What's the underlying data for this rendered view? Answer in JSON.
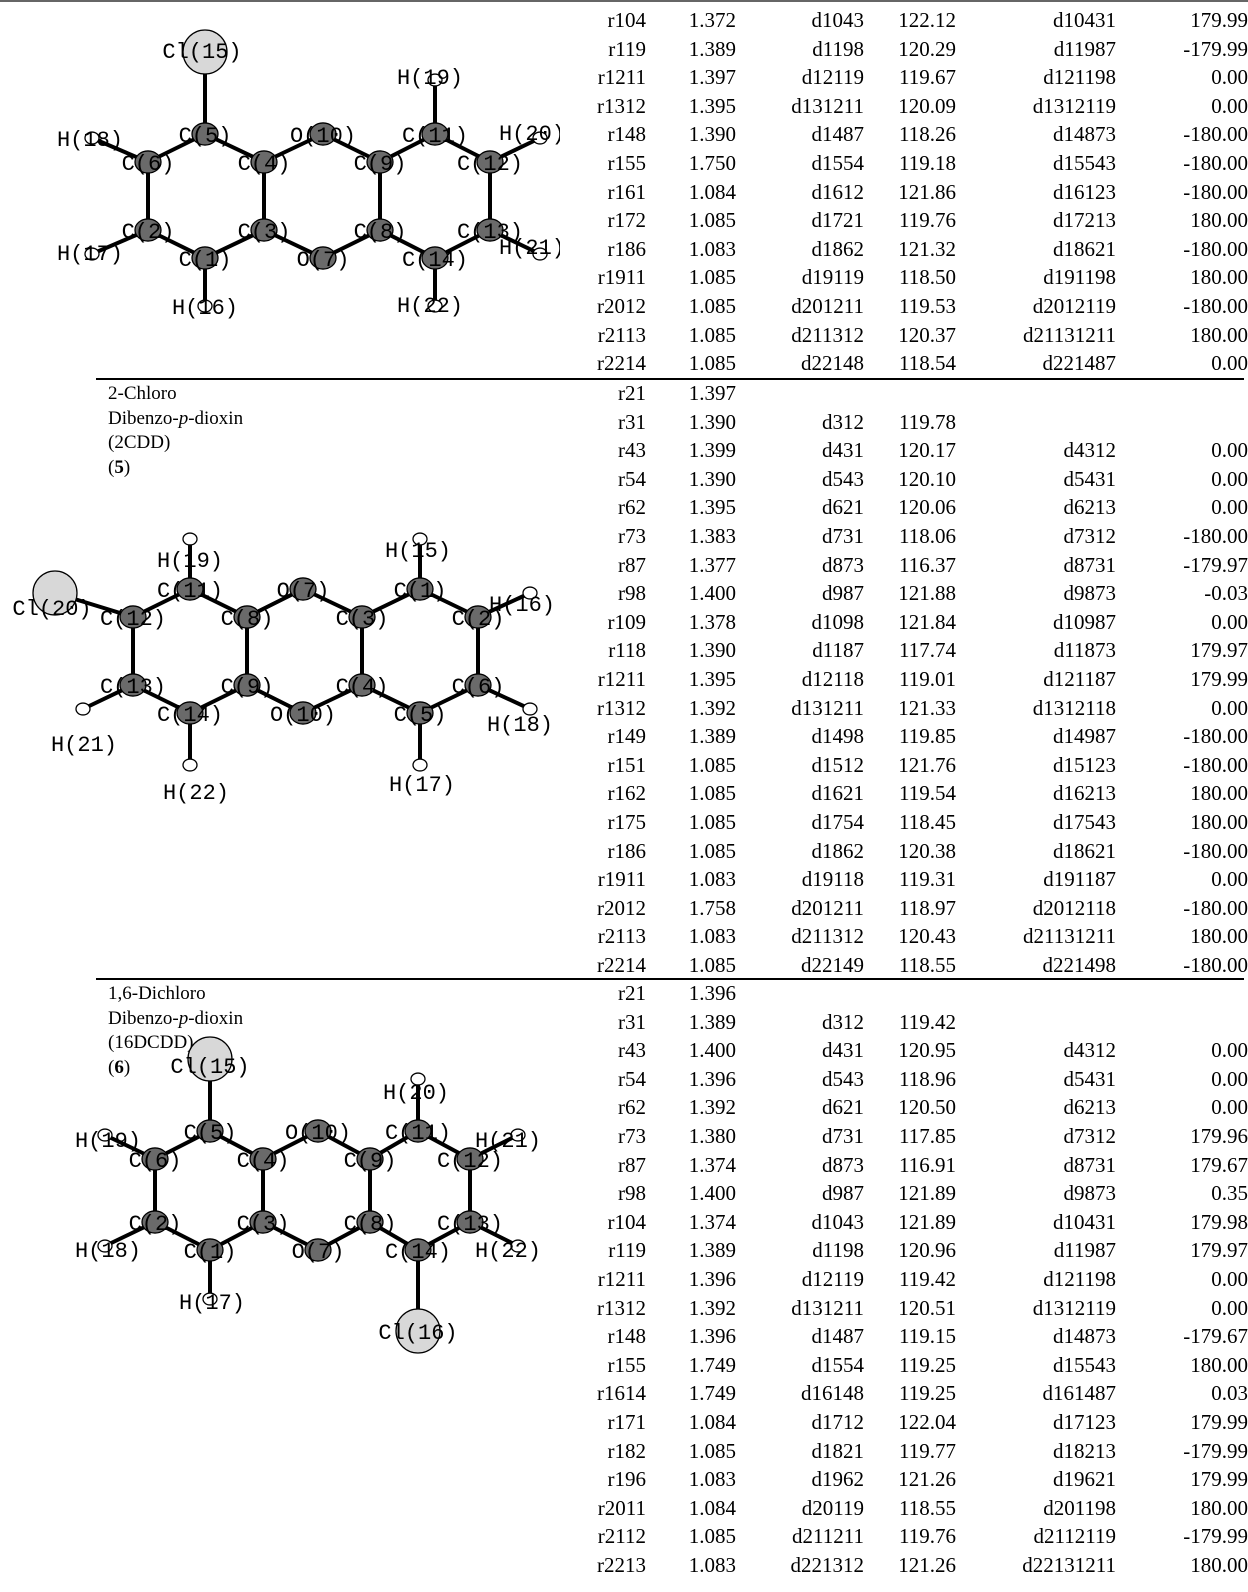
{
  "sections": [
    {
      "label": [],
      "rows": [
        [
          "r104",
          "1.372",
          "d1043",
          "122.12",
          "d10431",
          "179.99"
        ],
        [
          "r119",
          "1.389",
          "d1198",
          "120.29",
          "d11987",
          "-179.99"
        ],
        [
          "r1211",
          "1.397",
          "d12119",
          "119.67",
          "d121198",
          "0.00"
        ],
        [
          "r1312",
          "1.395",
          "d131211",
          "120.09",
          "d1312119",
          "0.00"
        ],
        [
          "r148",
          "1.390",
          "d1487",
          "118.26",
          "d14873",
          "-180.00"
        ],
        [
          "r155",
          "1.750",
          "d1554",
          "119.18",
          "d15543",
          "-180.00"
        ],
        [
          "r161",
          "1.084",
          "d1612",
          "121.86",
          "d16123",
          "-180.00"
        ],
        [
          "r172",
          "1.085",
          "d1721",
          "119.76",
          "d17213",
          "180.00"
        ],
        [
          "r186",
          "1.083",
          "d1862",
          "121.32",
          "d18621",
          "-180.00"
        ],
        [
          "r1911",
          "1.085",
          "d19119",
          "118.50",
          "d191198",
          "180.00"
        ],
        [
          "r2012",
          "1.085",
          "d201211",
          "119.53",
          "d2012119",
          "-180.00"
        ],
        [
          "r2113",
          "1.085",
          "d211312",
          "120.37",
          "d21131211",
          "180.00"
        ],
        [
          "r2214",
          "1.085",
          "d22148",
          "118.54",
          "d221487",
          "0.00"
        ]
      ],
      "molecule": {
        "atoms": [
          {
            "id": "C1",
            "label": "C(1)"
          },
          {
            "id": "C2",
            "label": "C(2)"
          },
          {
            "id": "C3",
            "label": "C(3)"
          },
          {
            "id": "C4",
            "label": "C(4)"
          },
          {
            "id": "C5",
            "label": "C(5)"
          },
          {
            "id": "C6",
            "label": "C(6)"
          },
          {
            "id": "O7",
            "label": "O(7)"
          },
          {
            "id": "C8",
            "label": "C(8)"
          },
          {
            "id": "C9",
            "label": "C(9)"
          },
          {
            "id": "O10",
            "label": "O(10)"
          },
          {
            "id": "C11",
            "label": "C(11)"
          },
          {
            "id": "C12",
            "label": "C(12)"
          },
          {
            "id": "C13",
            "label": "C(13)"
          },
          {
            "id": "C14",
            "label": "C(14)"
          },
          {
            "id": "Cl15",
            "label": "Cl(15)"
          },
          {
            "id": "H16",
            "label": "H(16)"
          },
          {
            "id": "H17",
            "label": "H(17)"
          },
          {
            "id": "H18",
            "label": "H(18)"
          },
          {
            "id": "H19",
            "label": "H(19)"
          },
          {
            "id": "H20",
            "label": "H(20)"
          },
          {
            "id": "H21",
            "label": "H(21)"
          },
          {
            "id": "H22",
            "label": "H(22)"
          }
        ]
      }
    },
    {
      "label": [
        "2-Chloro",
        "Dibenzo-p-dioxin",
        "(2CDD)",
        "(5)"
      ],
      "rows": [
        [
          "r21",
          "1.397",
          "",
          "",
          "",
          ""
        ],
        [
          "r31",
          "1.390",
          "d312",
          "119.78",
          "",
          ""
        ],
        [
          "r43",
          "1.399",
          "d431",
          "120.17",
          "d4312",
          "0.00"
        ],
        [
          "r54",
          "1.390",
          "d543",
          "120.10",
          "d5431",
          "0.00"
        ],
        [
          "r62",
          "1.395",
          "d621",
          "120.06",
          "d6213",
          "0.00"
        ],
        [
          "r73",
          "1.383",
          "d731",
          "118.06",
          "d7312",
          "-180.00"
        ],
        [
          "r87",
          "1.377",
          "d873",
          "116.37",
          "d8731",
          "-179.97"
        ],
        [
          "r98",
          "1.400",
          "d987",
          "121.88",
          "d9873",
          "-0.03"
        ],
        [
          "r109",
          "1.378",
          "d1098",
          "121.84",
          "d10987",
          "0.00"
        ],
        [
          "r118",
          "1.390",
          "d1187",
          "117.74",
          "d11873",
          "179.97"
        ],
        [
          "r1211",
          "1.395",
          "d12118",
          "119.01",
          "d121187",
          "179.99"
        ],
        [
          "r1312",
          "1.392",
          "d131211",
          "121.33",
          "d1312118",
          "0.00"
        ],
        [
          "r149",
          "1.389",
          "d1498",
          "119.85",
          "d14987",
          "-180.00"
        ],
        [
          "r151",
          "1.085",
          "d1512",
          "121.76",
          "d15123",
          "-180.00"
        ],
        [
          "r162",
          "1.085",
          "d1621",
          "119.54",
          "d16213",
          "180.00"
        ],
        [
          "r175",
          "1.085",
          "d1754",
          "118.45",
          "d17543",
          "180.00"
        ],
        [
          "r186",
          "1.085",
          "d1862",
          "120.38",
          "d18621",
          "-180.00"
        ],
        [
          "r1911",
          "1.083",
          "d19118",
          "119.31",
          "d191187",
          "0.00"
        ],
        [
          "r2012",
          "1.758",
          "d201211",
          "118.97",
          "d2012118",
          "-180.00"
        ],
        [
          "r2113",
          "1.083",
          "d211312",
          "120.43",
          "d21131211",
          "180.00"
        ],
        [
          "r2214",
          "1.085",
          "d22149",
          "118.55",
          "d221498",
          "-180.00"
        ]
      ],
      "molecule": {
        "atoms": [
          {
            "id": "C1",
            "label": "C(1)"
          },
          {
            "id": "C2",
            "label": "C(2)"
          },
          {
            "id": "C3",
            "label": "C(3)"
          },
          {
            "id": "C4",
            "label": "C(4)"
          },
          {
            "id": "C5",
            "label": "C(5)"
          },
          {
            "id": "C6",
            "label": "C(6)"
          },
          {
            "id": "O7",
            "label": "O(7)"
          },
          {
            "id": "C8",
            "label": "C(8)"
          },
          {
            "id": "C9",
            "label": "C(9)"
          },
          {
            "id": "O10",
            "label": "O(10)"
          },
          {
            "id": "C11",
            "label": "C(11)"
          },
          {
            "id": "C12",
            "label": "C(12)"
          },
          {
            "id": "C13",
            "label": "C(13)"
          },
          {
            "id": "C14",
            "label": "C(14)"
          },
          {
            "id": "H15",
            "label": "H(15)"
          },
          {
            "id": "H16",
            "label": "H(16)"
          },
          {
            "id": "H17",
            "label": "H(17)"
          },
          {
            "id": "H18",
            "label": "H(18)"
          },
          {
            "id": "H19",
            "label": "H(19)"
          },
          {
            "id": "Cl20",
            "label": "Cl(20)"
          },
          {
            "id": "H21",
            "label": "H(21)"
          },
          {
            "id": "H22",
            "label": "H(22)"
          }
        ]
      }
    },
    {
      "label": [
        "1,6-Dichloro",
        "Dibenzo-p-dioxin",
        "(16DCDD)",
        "(6)"
      ],
      "rows": [
        [
          "r21",
          "1.396",
          "",
          "",
          "",
          ""
        ],
        [
          "r31",
          "1.389",
          "d312",
          "119.42",
          "",
          ""
        ],
        [
          "r43",
          "1.400",
          "d431",
          "120.95",
          "d4312",
          "0.00"
        ],
        [
          "r54",
          "1.396",
          "d543",
          "118.96",
          "d5431",
          "0.00"
        ],
        [
          "r62",
          "1.392",
          "d621",
          "120.50",
          "d6213",
          "0.00"
        ],
        [
          "r73",
          "1.380",
          "d731",
          "117.85",
          "d7312",
          "179.96"
        ],
        [
          "r87",
          "1.374",
          "d873",
          "116.91",
          "d8731",
          "179.67"
        ],
        [
          "r98",
          "1.400",
          "d987",
          "121.89",
          "d9873",
          "0.35"
        ],
        [
          "r104",
          "1.374",
          "d1043",
          "121.89",
          "d10431",
          "179.98"
        ],
        [
          "r119",
          "1.389",
          "d1198",
          "120.96",
          "d11987",
          "179.97"
        ],
        [
          "r1211",
          "1.396",
          "d12119",
          "119.42",
          "d121198",
          "0.00"
        ],
        [
          "r1312",
          "1.392",
          "d131211",
          "120.51",
          "d1312119",
          "0.00"
        ],
        [
          "r148",
          "1.396",
          "d1487",
          "119.15",
          "d14873",
          "-179.67"
        ],
        [
          "r155",
          "1.749",
          "d1554",
          "119.25",
          "d15543",
          "180.00"
        ],
        [
          "r1614",
          "1.749",
          "d16148",
          "119.25",
          "d161487",
          "0.03"
        ],
        [
          "r171",
          "1.084",
          "d1712",
          "122.04",
          "d17123",
          "179.99"
        ],
        [
          "r182",
          "1.085",
          "d1821",
          "119.77",
          "d18213",
          "-179.99"
        ],
        [
          "r196",
          "1.083",
          "d1962",
          "121.26",
          "d19621",
          "179.99"
        ],
        [
          "r2011",
          "1.084",
          "d20119",
          "118.55",
          "d201198",
          "180.00"
        ],
        [
          "r2112",
          "1.085",
          "d211211",
          "119.76",
          "d2112119",
          "-179.99"
        ],
        [
          "r2213",
          "1.083",
          "d221312",
          "121.26",
          "d22131211",
          "180.00"
        ]
      ],
      "molecule": {
        "atoms": [
          {
            "id": "C1",
            "label": "C(1)"
          },
          {
            "id": "C2",
            "label": "C(2)"
          },
          {
            "id": "C3",
            "label": "C(3)"
          },
          {
            "id": "C4",
            "label": "C(4)"
          },
          {
            "id": "C5",
            "label": "C(5)"
          },
          {
            "id": "C6",
            "label": "C(6)"
          },
          {
            "id": "O7",
            "label": "O(7)"
          },
          {
            "id": "C8",
            "label": "C(8)"
          },
          {
            "id": "C9",
            "label": "C(9)"
          },
          {
            "id": "O10",
            "label": "O(10)"
          },
          {
            "id": "C11",
            "label": "C(11)"
          },
          {
            "id": "C12",
            "label": "C(12)"
          },
          {
            "id": "C13",
            "label": "C(13)"
          },
          {
            "id": "C14",
            "label": "C(14)"
          },
          {
            "id": "Cl15",
            "label": "Cl(15)"
          },
          {
            "id": "Cl16",
            "label": "Cl(16)"
          },
          {
            "id": "H17",
            "label": "H(17)"
          },
          {
            "id": "H18",
            "label": "H(18)"
          },
          {
            "id": "H19",
            "label": "H(19)"
          },
          {
            "id": "H20",
            "label": "H(20)"
          },
          {
            "id": "H21",
            "label": "H(21)"
          },
          {
            "id": "H22",
            "label": "H(22)"
          }
        ]
      }
    }
  ]
}
